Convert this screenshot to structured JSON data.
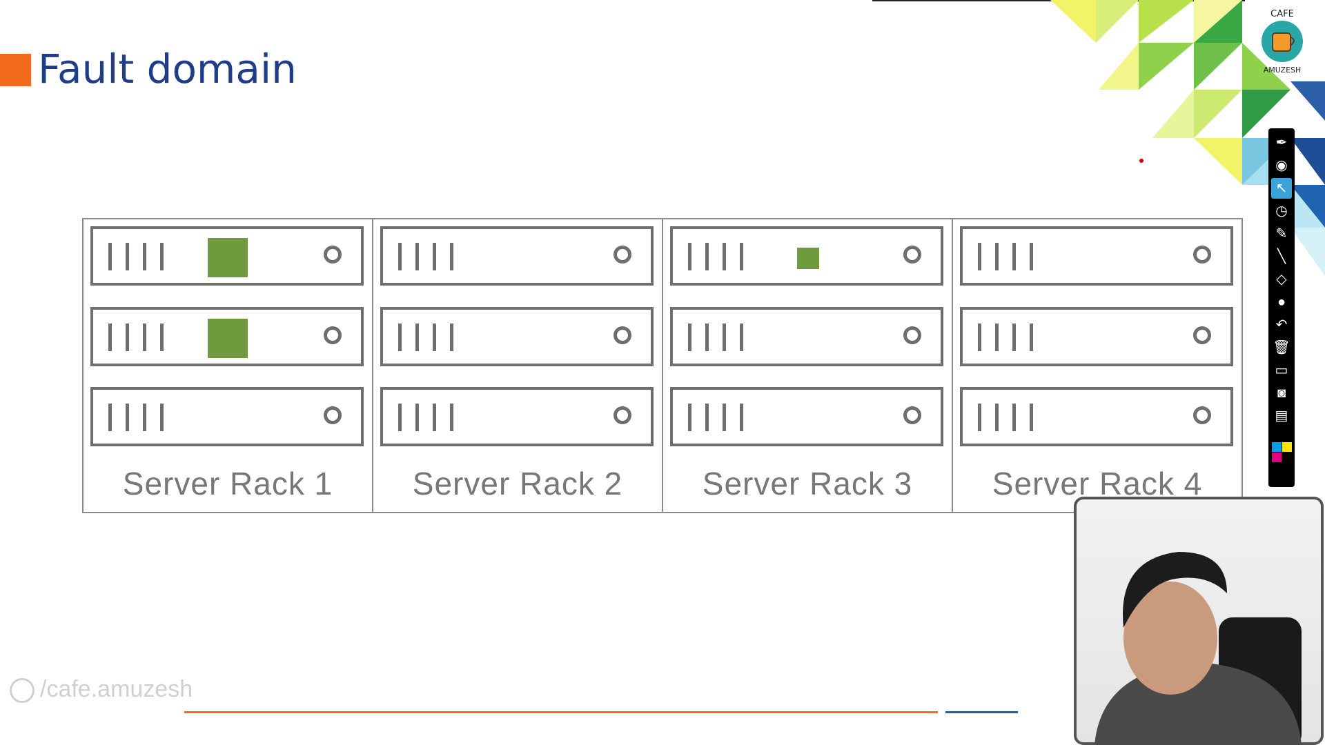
{
  "slide": {
    "title": "Fault domain",
    "accent_color": "#f26b1d",
    "title_color": "#1f3c88"
  },
  "logo": {
    "text_top": "CAFE",
    "text_bottom": "AMUZESH"
  },
  "racks": [
    {
      "label": "Server Rack 1",
      "units": [
        {
          "block": "large"
        },
        {
          "block": "large"
        },
        {
          "block": "none"
        }
      ]
    },
    {
      "label": "Server Rack 2",
      "units": [
        {
          "block": "none"
        },
        {
          "block": "none"
        },
        {
          "block": "none"
        }
      ]
    },
    {
      "label": "Server Rack 3",
      "units": [
        {
          "block": "small"
        },
        {
          "block": "none"
        },
        {
          "block": "none"
        }
      ]
    },
    {
      "label": "Server Rack 4",
      "units": [
        {
          "block": "none"
        },
        {
          "block": "none"
        },
        {
          "block": "none"
        }
      ]
    }
  ],
  "block_color": "#6e9b3e",
  "toolbar": {
    "tools": [
      "pen-icon",
      "eye-icon",
      "cursor-icon",
      "stopwatch-icon",
      "highlighter-icon",
      "line-icon",
      "eraser-icon",
      "dot-icon",
      "undo-icon",
      "trash-icon",
      "board-icon",
      "camera-icon",
      "clipboard-icon"
    ],
    "active": "cursor-icon",
    "colors": [
      "#00a0e9",
      "#ffe600",
      "#e4007f",
      "#000000"
    ]
  },
  "watermark": {
    "handle": "/cafe.amuzesh"
  },
  "webcam": {
    "icon": "presenter-video"
  }
}
